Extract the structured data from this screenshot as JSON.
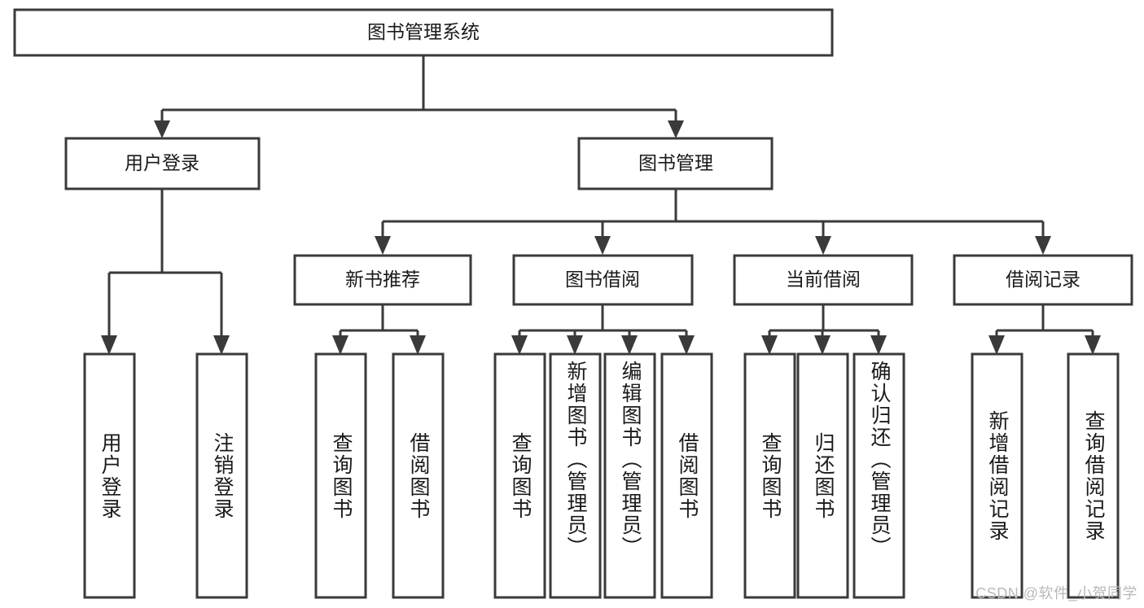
{
  "diagram": {
    "title": "图书管理系统",
    "type": "tree-hierarchy",
    "orientation": "top-down",
    "colors": {
      "stroke": "#3a3a3a",
      "box_fill": "#ffffff",
      "text": "#1a1a1a",
      "background": "#ffffff",
      "watermark": "#b9b9b9"
    },
    "root": {
      "label": "图书管理系统"
    },
    "level2": [
      {
        "label": "用户登录"
      },
      {
        "label": "图书管理"
      }
    ],
    "level3": [
      {
        "label": "新书推荐"
      },
      {
        "label": "图书借阅"
      },
      {
        "label": "当前借阅"
      },
      {
        "label": "借阅记录"
      }
    ],
    "leaves": {
      "user_login": [
        {
          "label": "用户登录"
        },
        {
          "label": "注销登录"
        }
      ],
      "new_book_recommend": [
        {
          "label": "查询图书"
        },
        {
          "label": "借阅图书"
        }
      ],
      "book_borrow": [
        {
          "label": "查询图书"
        },
        {
          "label": "新增图书（管理员）"
        },
        {
          "label": "编辑图书（管理员）"
        },
        {
          "label": "借阅图书"
        }
      ],
      "current_borrow": [
        {
          "label": "查询图书"
        },
        {
          "label": "归还图书"
        },
        {
          "label": "确认归还（管理员）"
        }
      ],
      "borrow_record": [
        {
          "label": "新增借阅记录"
        },
        {
          "label": "查询借阅记录"
        }
      ]
    }
  },
  "watermark": {
    "text": "CSDN @软件_小贺同学"
  }
}
